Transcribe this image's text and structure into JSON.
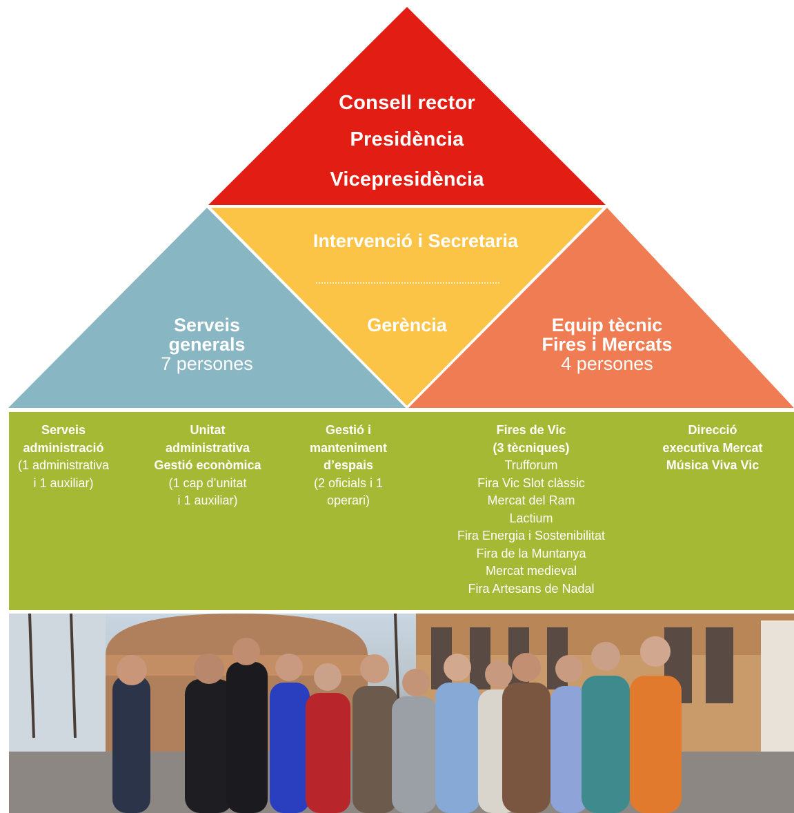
{
  "colors": {
    "top_red": "#e21e14",
    "secretaria_yellow": "#fbc447",
    "serveis_blue": "#88b6c2",
    "equip_orange": "#ef7c52",
    "band_green": "#a5b934"
  },
  "top": {
    "line1": "Consell rector",
    "line2": "Presidència",
    "line3": "Vicepresidència"
  },
  "center": {
    "title": "Intervenció i Secretaria",
    "gerencia": "Gerència"
  },
  "left": {
    "title1": "Serveis",
    "title2": "generals",
    "count": "7 persones"
  },
  "right": {
    "title1": "Equip tècnic",
    "title2": "Fires i Mercats",
    "count": "4 persones"
  },
  "units": [
    {
      "head": [
        "Serveis",
        "administració"
      ],
      "body": [
        "(1 administrativa",
        "i 1 auxiliar)"
      ]
    },
    {
      "head": [
        "Unitat",
        "administrativa",
        "Gestió econòmica"
      ],
      "body": [
        "(1 cap d’unitat",
        "i 1 auxiliar)"
      ]
    },
    {
      "head": [
        "Gestió i",
        "manteniment",
        "d’espais"
      ],
      "body": [
        "(2 oficials i 1",
        "operari)"
      ]
    },
    {
      "head": [
        "Fires de Vic",
        "(3 tècniques)"
      ],
      "body": [
        "Trufforum",
        "Fira Vic Slot clàssic",
        "Mercat del Ram",
        "Lactium",
        "Fira Energia i Sostenibilitat",
        "Fira de la Muntanya",
        "Mercat medieval",
        "Fira Artesans de Nadal"
      ]
    },
    {
      "head": [
        "Direcció",
        "executiva Mercat",
        "Música Viva Vic"
      ],
      "body": []
    }
  ]
}
